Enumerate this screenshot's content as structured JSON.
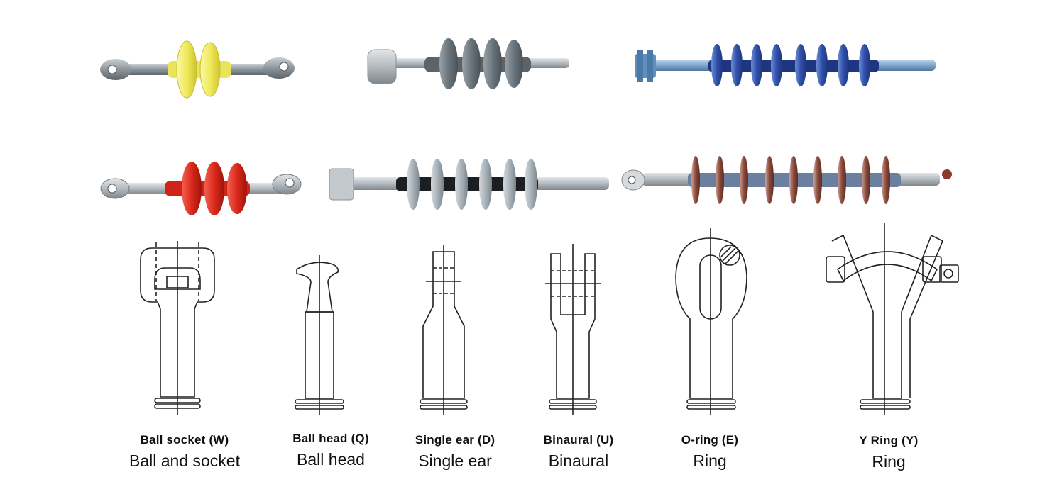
{
  "fittings": [
    {
      "code": "Ball socket (W)",
      "name": "Ball and socket",
      "icon": "ball-socket-fitting-icon"
    },
    {
      "code": "Ball head (Q)",
      "name": "Ball head",
      "icon": "ball-head-fitting-icon"
    },
    {
      "code": "Single ear (D)",
      "name": "Single ear",
      "icon": "single-ear-fitting-icon"
    },
    {
      "code": "Binaural (U)",
      "name": "Binaural",
      "icon": "binaural-fitting-icon"
    },
    {
      "code": "O-ring (E)",
      "name": "Ring",
      "icon": "o-ring-fitting-icon"
    },
    {
      "code": "Y Ring (Y)",
      "name": "Ring",
      "icon": "y-ring-fitting-icon"
    }
  ],
  "photos": [
    {
      "name": "yellow-insulator-photo",
      "color": "#f2ee6a"
    },
    {
      "name": "grey-ball-head-insulator-photo",
      "color": "#6f7b83"
    },
    {
      "name": "blue-clevis-insulator-photo",
      "color": "#2f4fa8"
    },
    {
      "name": "red-insulator-photo",
      "color": "#d9291c"
    },
    {
      "name": "grey-clevis-insulator-photo",
      "color": "#a8b2b8"
    },
    {
      "name": "brown-insulator-photo",
      "color": "#8a4a3a"
    }
  ]
}
